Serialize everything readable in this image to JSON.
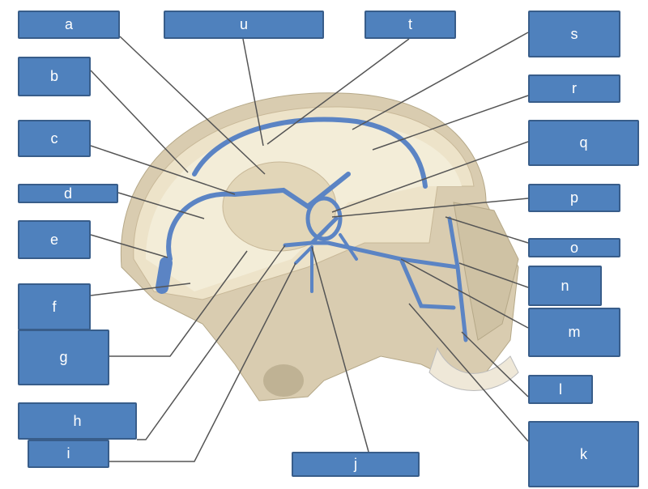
{
  "labels": {
    "a": "a",
    "b": "b",
    "c": "c",
    "d": "d",
    "e": "e",
    "f": "f",
    "g": "g",
    "h": "h",
    "i": "i",
    "j": "j",
    "k": "k",
    "l": "l",
    "m": "m",
    "n": "n",
    "o": "o",
    "p": "p",
    "q": "q",
    "r": "r",
    "s": "s",
    "t": "t",
    "u": "u"
  },
  "colors": {
    "box": "#4f81bd",
    "box_border": "#385d8a",
    "vein": "#5b84c4",
    "bone": "#d9ccb0"
  }
}
